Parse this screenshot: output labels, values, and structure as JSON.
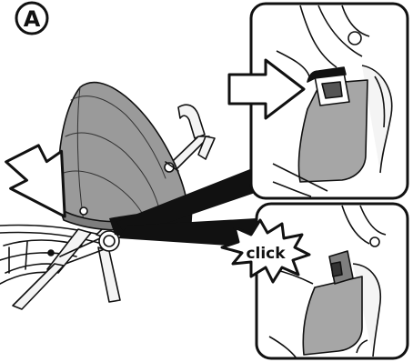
{
  "step": {
    "label": "A"
  },
  "callout": {
    "text": "click"
  },
  "colors": {
    "ink": "#111111",
    "canopy_fill": "#9a9a9a",
    "canopy_dark": "#7e7e7e",
    "panel_fill": "#a6a6a6",
    "frame_fill": "#f4f4f4",
    "background": "#ffffff"
  },
  "icons": {
    "step_badge": "circled-letter",
    "pointer": "outline-arrow",
    "sound_cue": "starburst-click"
  }
}
